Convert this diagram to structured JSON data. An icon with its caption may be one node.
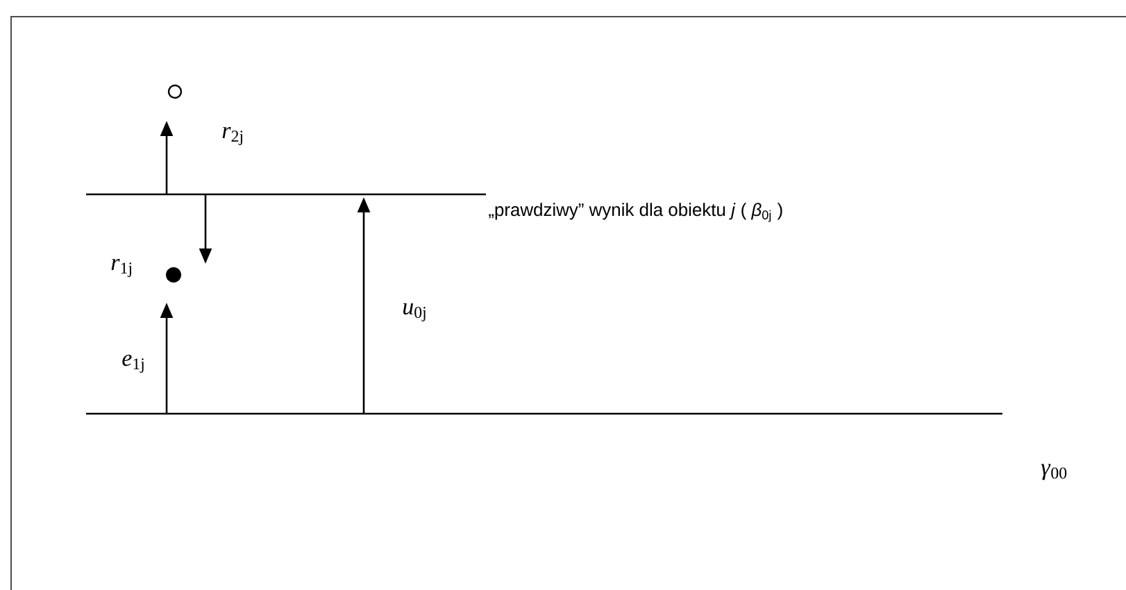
{
  "diagram": {
    "labels": [
      "*r*$_{2j}$",
      "„prawdziwy” wynik dla obiektu *j* ( *β*$_{0j}$ )",
      "*r*$_{1j}$",
      "*u*$_{0j}$",
      "*e*$_{1j}$",
      "*γ*$_{00}$"
    ]
  }
}
